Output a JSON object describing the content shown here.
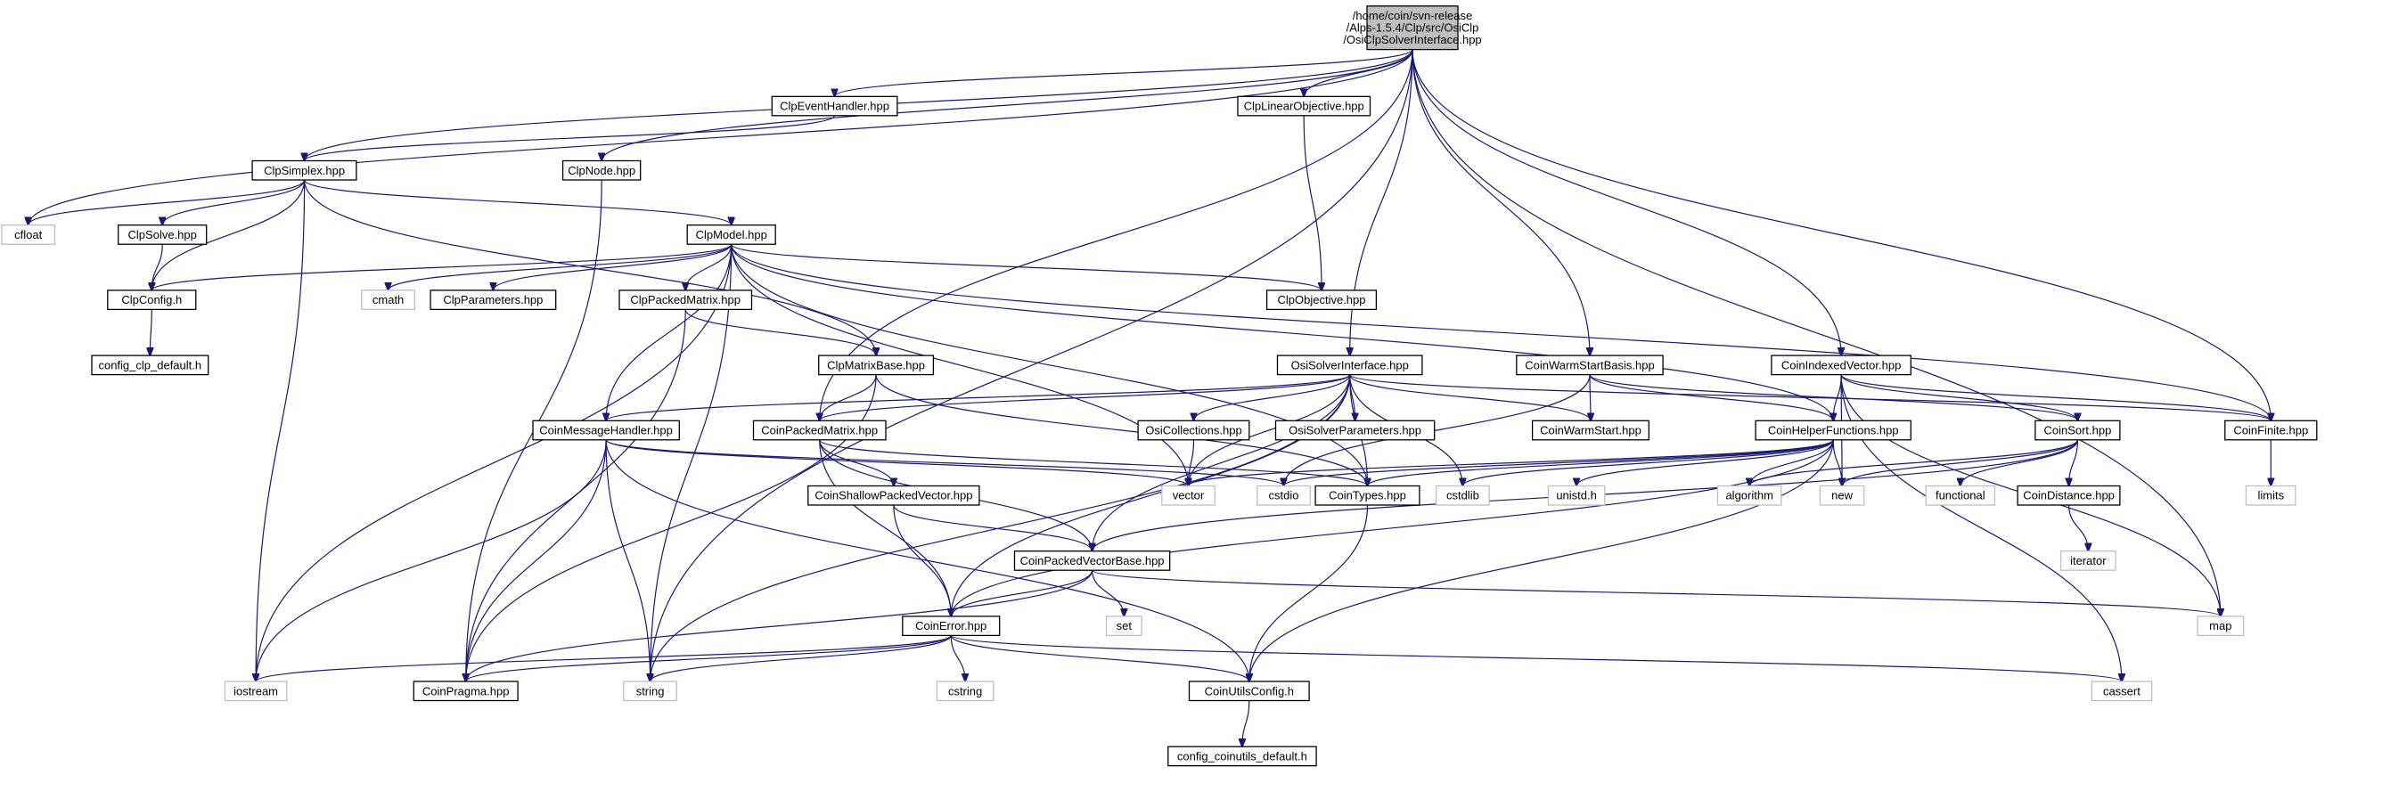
{
  "palette": {
    "edge": "#191970",
    "node_border": "#000000",
    "node_fill": "#ffffff",
    "system_border": "#bfbfbf",
    "root_fill": "#bfbfbf"
  },
  "nodes": [
    {
      "id": "root",
      "lines": [
        "/home/coin/svn-release",
        "/Alps-1.5.4/Clp/src/OsiClp",
        "/OsiClpSolverInterface.hpp"
      ],
      "kind": "root"
    },
    {
      "id": "ClpEventHandler",
      "lines": [
        "ClpEventHandler.hpp"
      ],
      "kind": "local"
    },
    {
      "id": "ClpLinearObjective",
      "lines": [
        "ClpLinearObjective.hpp"
      ],
      "kind": "local"
    },
    {
      "id": "ClpSimplex",
      "lines": [
        "ClpSimplex.hpp"
      ],
      "kind": "local"
    },
    {
      "id": "ClpNode",
      "lines": [
        "ClpNode.hpp"
      ],
      "kind": "local"
    },
    {
      "id": "cfloat",
      "lines": [
        "cfloat"
      ],
      "kind": "system"
    },
    {
      "id": "ClpSolve",
      "lines": [
        "ClpSolve.hpp"
      ],
      "kind": "local"
    },
    {
      "id": "ClpModel",
      "lines": [
        "ClpModel.hpp"
      ],
      "kind": "local"
    },
    {
      "id": "ClpConfig",
      "lines": [
        "ClpConfig.h"
      ],
      "kind": "local"
    },
    {
      "id": "cmath",
      "lines": [
        "cmath"
      ],
      "kind": "system"
    },
    {
      "id": "ClpParameters",
      "lines": [
        "ClpParameters.hpp"
      ],
      "kind": "local"
    },
    {
      "id": "ClpPackedMatrix",
      "lines": [
        "ClpPackedMatrix.hpp"
      ],
      "kind": "local"
    },
    {
      "id": "ClpObjective",
      "lines": [
        "ClpObjective.hpp"
      ],
      "kind": "local"
    },
    {
      "id": "config_clp_default",
      "lines": [
        "config_clp_default.h"
      ],
      "kind": "local"
    },
    {
      "id": "ClpMatrixBase",
      "lines": [
        "ClpMatrixBase.hpp"
      ],
      "kind": "local"
    },
    {
      "id": "OsiSolverInterface",
      "lines": [
        "OsiSolverInterface.hpp"
      ],
      "kind": "local"
    },
    {
      "id": "CoinWarmStartBasis",
      "lines": [
        "CoinWarmStartBasis.hpp"
      ],
      "kind": "local"
    },
    {
      "id": "CoinIndexedVector",
      "lines": [
        "CoinIndexedVector.hpp"
      ],
      "kind": "local"
    },
    {
      "id": "CoinMessageHandler",
      "lines": [
        "CoinMessageHandler.hpp"
      ],
      "kind": "local"
    },
    {
      "id": "CoinPackedMatrix",
      "lines": [
        "CoinPackedMatrix.hpp"
      ],
      "kind": "local"
    },
    {
      "id": "OsiCollections",
      "lines": [
        "OsiCollections.hpp"
      ],
      "kind": "local"
    },
    {
      "id": "OsiSolverParameters",
      "lines": [
        "OsiSolverParameters.hpp"
      ],
      "kind": "local"
    },
    {
      "id": "CoinWarmStart",
      "lines": [
        "CoinWarmStart.hpp"
      ],
      "kind": "local"
    },
    {
      "id": "CoinHelperFunctions",
      "lines": [
        "CoinHelperFunctions.hpp"
      ],
      "kind": "local"
    },
    {
      "id": "CoinSort",
      "lines": [
        "CoinSort.hpp"
      ],
      "kind": "local"
    },
    {
      "id": "CoinFinite",
      "lines": [
        "CoinFinite.hpp"
      ],
      "kind": "local"
    },
    {
      "id": "CoinShallowPackedVector",
      "lines": [
        "CoinShallowPackedVector.hpp"
      ],
      "kind": "local"
    },
    {
      "id": "vector",
      "lines": [
        "vector"
      ],
      "kind": "system"
    },
    {
      "id": "cstdio",
      "lines": [
        "cstdio"
      ],
      "kind": "system"
    },
    {
      "id": "CoinTypes",
      "lines": [
        "CoinTypes.hpp"
      ],
      "kind": "local"
    },
    {
      "id": "cstdlib",
      "lines": [
        "cstdlib"
      ],
      "kind": "system"
    },
    {
      "id": "unistd",
      "lines": [
        "unistd.h"
      ],
      "kind": "system"
    },
    {
      "id": "algorithm",
      "lines": [
        "algorithm"
      ],
      "kind": "system"
    },
    {
      "id": "new",
      "lines": [
        "new"
      ],
      "kind": "system"
    },
    {
      "id": "functional",
      "lines": [
        "functional"
      ],
      "kind": "system"
    },
    {
      "id": "CoinDistance",
      "lines": [
        "CoinDistance.hpp"
      ],
      "kind": "local"
    },
    {
      "id": "limits",
      "lines": [
        "limits"
      ],
      "kind": "system"
    },
    {
      "id": "iterator",
      "lines": [
        "iterator"
      ],
      "kind": "system"
    },
    {
      "id": "CoinPackedVectorBase",
      "lines": [
        "CoinPackedVectorBase.hpp"
      ],
      "kind": "local"
    },
    {
      "id": "set",
      "lines": [
        "set"
      ],
      "kind": "system"
    },
    {
      "id": "map",
      "lines": [
        "map"
      ],
      "kind": "system"
    },
    {
      "id": "CoinError",
      "lines": [
        "CoinError.hpp"
      ],
      "kind": "local"
    },
    {
      "id": "iostream",
      "lines": [
        "iostream"
      ],
      "kind": "system"
    },
    {
      "id": "CoinPragma",
      "lines": [
        "CoinPragma.hpp"
      ],
      "kind": "local"
    },
    {
      "id": "string",
      "lines": [
        "string"
      ],
      "kind": "system"
    },
    {
      "id": "cstring",
      "lines": [
        "cstring"
      ],
      "kind": "system"
    },
    {
      "id": "CoinUtilsConfig",
      "lines": [
        "CoinUtilsConfig.h"
      ],
      "kind": "local"
    },
    {
      "id": "cassert",
      "lines": [
        "cassert"
      ],
      "kind": "system"
    },
    {
      "id": "config_coinutils_default",
      "lines": [
        "config_coinutils_default.h"
      ],
      "kind": "local"
    }
  ],
  "edges": [
    [
      "root",
      "ClpEventHandler"
    ],
    [
      "root",
      "ClpLinearObjective"
    ],
    [
      "root",
      "ClpSimplex"
    ],
    [
      "root",
      "ClpNode"
    ],
    [
      "root",
      "cfloat"
    ],
    [
      "root",
      "OsiSolverInterface"
    ],
    [
      "root",
      "CoinWarmStartBasis"
    ],
    [
      "root",
      "CoinIndexedVector"
    ],
    [
      "root",
      "CoinFinite"
    ],
    [
      "root",
      "map"
    ],
    [
      "root",
      "CoinPackedMatrix"
    ],
    [
      "root",
      "string"
    ],
    [
      "ClpEventHandler",
      "ClpSimplex"
    ],
    [
      "ClpLinearObjective",
      "ClpObjective"
    ],
    [
      "ClpNode",
      "CoinPragma"
    ],
    [
      "ClpSimplex",
      "cfloat"
    ],
    [
      "ClpSimplex",
      "ClpSolve"
    ],
    [
      "ClpSimplex",
      "ClpModel"
    ],
    [
      "ClpSimplex",
      "ClpConfig"
    ],
    [
      "ClpSimplex",
      "ClpMatrixBase"
    ],
    [
      "ClpSimplex",
      "iostream"
    ],
    [
      "ClpSolve",
      "ClpConfig"
    ],
    [
      "ClpConfig",
      "config_clp_default"
    ],
    [
      "ClpModel",
      "ClpConfig"
    ],
    [
      "ClpModel",
      "cmath"
    ],
    [
      "ClpModel",
      "ClpParameters"
    ],
    [
      "ClpModel",
      "ClpPackedMatrix"
    ],
    [
      "ClpModel",
      "ClpObjective"
    ],
    [
      "ClpModel",
      "CoinMessageHandler"
    ],
    [
      "ClpModel",
      "vector"
    ],
    [
      "ClpModel",
      "iostream"
    ],
    [
      "ClpModel",
      "string"
    ],
    [
      "ClpModel",
      "CoinFinite"
    ],
    [
      "ClpModel",
      "CoinHelperFunctions"
    ],
    [
      "ClpModel",
      "CoinTypes"
    ],
    [
      "ClpPackedMatrix",
      "ClpMatrixBase"
    ],
    [
      "ClpPackedMatrix",
      "CoinPragma"
    ],
    [
      "ClpMatrixBase",
      "CoinPackedMatrix"
    ],
    [
      "ClpMatrixBase",
      "CoinTypes"
    ],
    [
      "ClpMatrixBase",
      "CoinPragma"
    ],
    [
      "OsiSolverInterface",
      "CoinMessageHandler"
    ],
    [
      "OsiSolverInterface",
      "CoinPackedMatrix"
    ],
    [
      "OsiSolverInterface",
      "OsiCollections"
    ],
    [
      "OsiSolverInterface",
      "OsiSolverParameters"
    ],
    [
      "OsiSolverInterface",
      "CoinWarmStart"
    ],
    [
      "OsiSolverInterface",
      "CoinTypes"
    ],
    [
      "OsiSolverInterface",
      "vector"
    ],
    [
      "OsiSolverInterface",
      "cstdlib"
    ],
    [
      "OsiSolverInterface",
      "string"
    ],
    [
      "OsiSolverInterface",
      "CoinPackedVectorBase"
    ],
    [
      "OsiSolverInterface",
      "CoinError"
    ],
    [
      "OsiSolverInterface",
      "CoinFinite"
    ],
    [
      "CoinWarmStartBasis",
      "CoinWarmStart"
    ],
    [
      "CoinWarmStartBasis",
      "CoinHelperFunctions"
    ],
    [
      "CoinWarmStartBasis",
      "CoinSort"
    ],
    [
      "CoinWarmStartBasis",
      "cstdio"
    ],
    [
      "CoinIndexedVector",
      "CoinHelperFunctions"
    ],
    [
      "CoinIndexedVector",
      "CoinSort"
    ],
    [
      "CoinIndexedVector",
      "CoinFinite"
    ],
    [
      "CoinIndexedVector",
      "cassert"
    ],
    [
      "CoinIndexedVector",
      "map"
    ],
    [
      "CoinIndexedVector",
      "new"
    ],
    [
      "CoinMessageHandler",
      "iostream"
    ],
    [
      "CoinMessageHandler",
      "CoinPragma"
    ],
    [
      "CoinMessageHandler",
      "string"
    ],
    [
      "CoinMessageHandler",
      "vector"
    ],
    [
      "CoinMessageHandler",
      "cstdio"
    ],
    [
      "CoinMessageHandler",
      "CoinUtilsConfig"
    ],
    [
      "CoinPackedMatrix",
      "CoinShallowPackedVector"
    ],
    [
      "CoinPackedMatrix",
      "CoinPackedVectorBase"
    ],
    [
      "CoinPackedMatrix",
      "CoinError"
    ],
    [
      "CoinPackedMatrix",
      "CoinTypes"
    ],
    [
      "OsiCollections",
      "vector"
    ],
    [
      "CoinHelperFunctions",
      "vector"
    ],
    [
      "CoinHelperFunctions",
      "cstdio"
    ],
    [
      "CoinHelperFunctions",
      "CoinTypes"
    ],
    [
      "CoinHelperFunctions",
      "cstdlib"
    ],
    [
      "CoinHelperFunctions",
      "unistd"
    ],
    [
      "CoinHelperFunctions",
      "algorithm"
    ],
    [
      "CoinHelperFunctions",
      "new"
    ],
    [
      "CoinHelperFunctions",
      "CoinError"
    ],
    [
      "CoinHelperFunctions",
      "CoinUtilsConfig"
    ],
    [
      "CoinSort",
      "functional"
    ],
    [
      "CoinSort",
      "new"
    ],
    [
      "CoinSort",
      "algorithm"
    ],
    [
      "CoinSort",
      "CoinDistance"
    ],
    [
      "CoinSort",
      "CoinPackedVectorBase"
    ],
    [
      "CoinFinite",
      "limits"
    ],
    [
      "CoinDistance",
      "iterator"
    ],
    [
      "CoinShallowPackedVector",
      "CoinPackedVectorBase"
    ],
    [
      "CoinShallowPackedVector",
      "CoinError"
    ],
    [
      "CoinPackedVectorBase",
      "set"
    ],
    [
      "CoinPackedVectorBase",
      "map"
    ],
    [
      "CoinPackedVectorBase",
      "CoinError"
    ],
    [
      "CoinPackedVectorBase",
      "CoinPragma"
    ],
    [
      "CoinTypes",
      "CoinUtilsConfig"
    ],
    [
      "CoinError",
      "iostream"
    ],
    [
      "CoinError",
      "string"
    ],
    [
      "CoinError",
      "CoinPragma"
    ],
    [
      "CoinError",
      "cstring"
    ],
    [
      "CoinError",
      "CoinUtilsConfig"
    ],
    [
      "CoinError",
      "cassert"
    ],
    [
      "CoinUtilsConfig",
      "config_coinutils_default"
    ]
  ]
}
